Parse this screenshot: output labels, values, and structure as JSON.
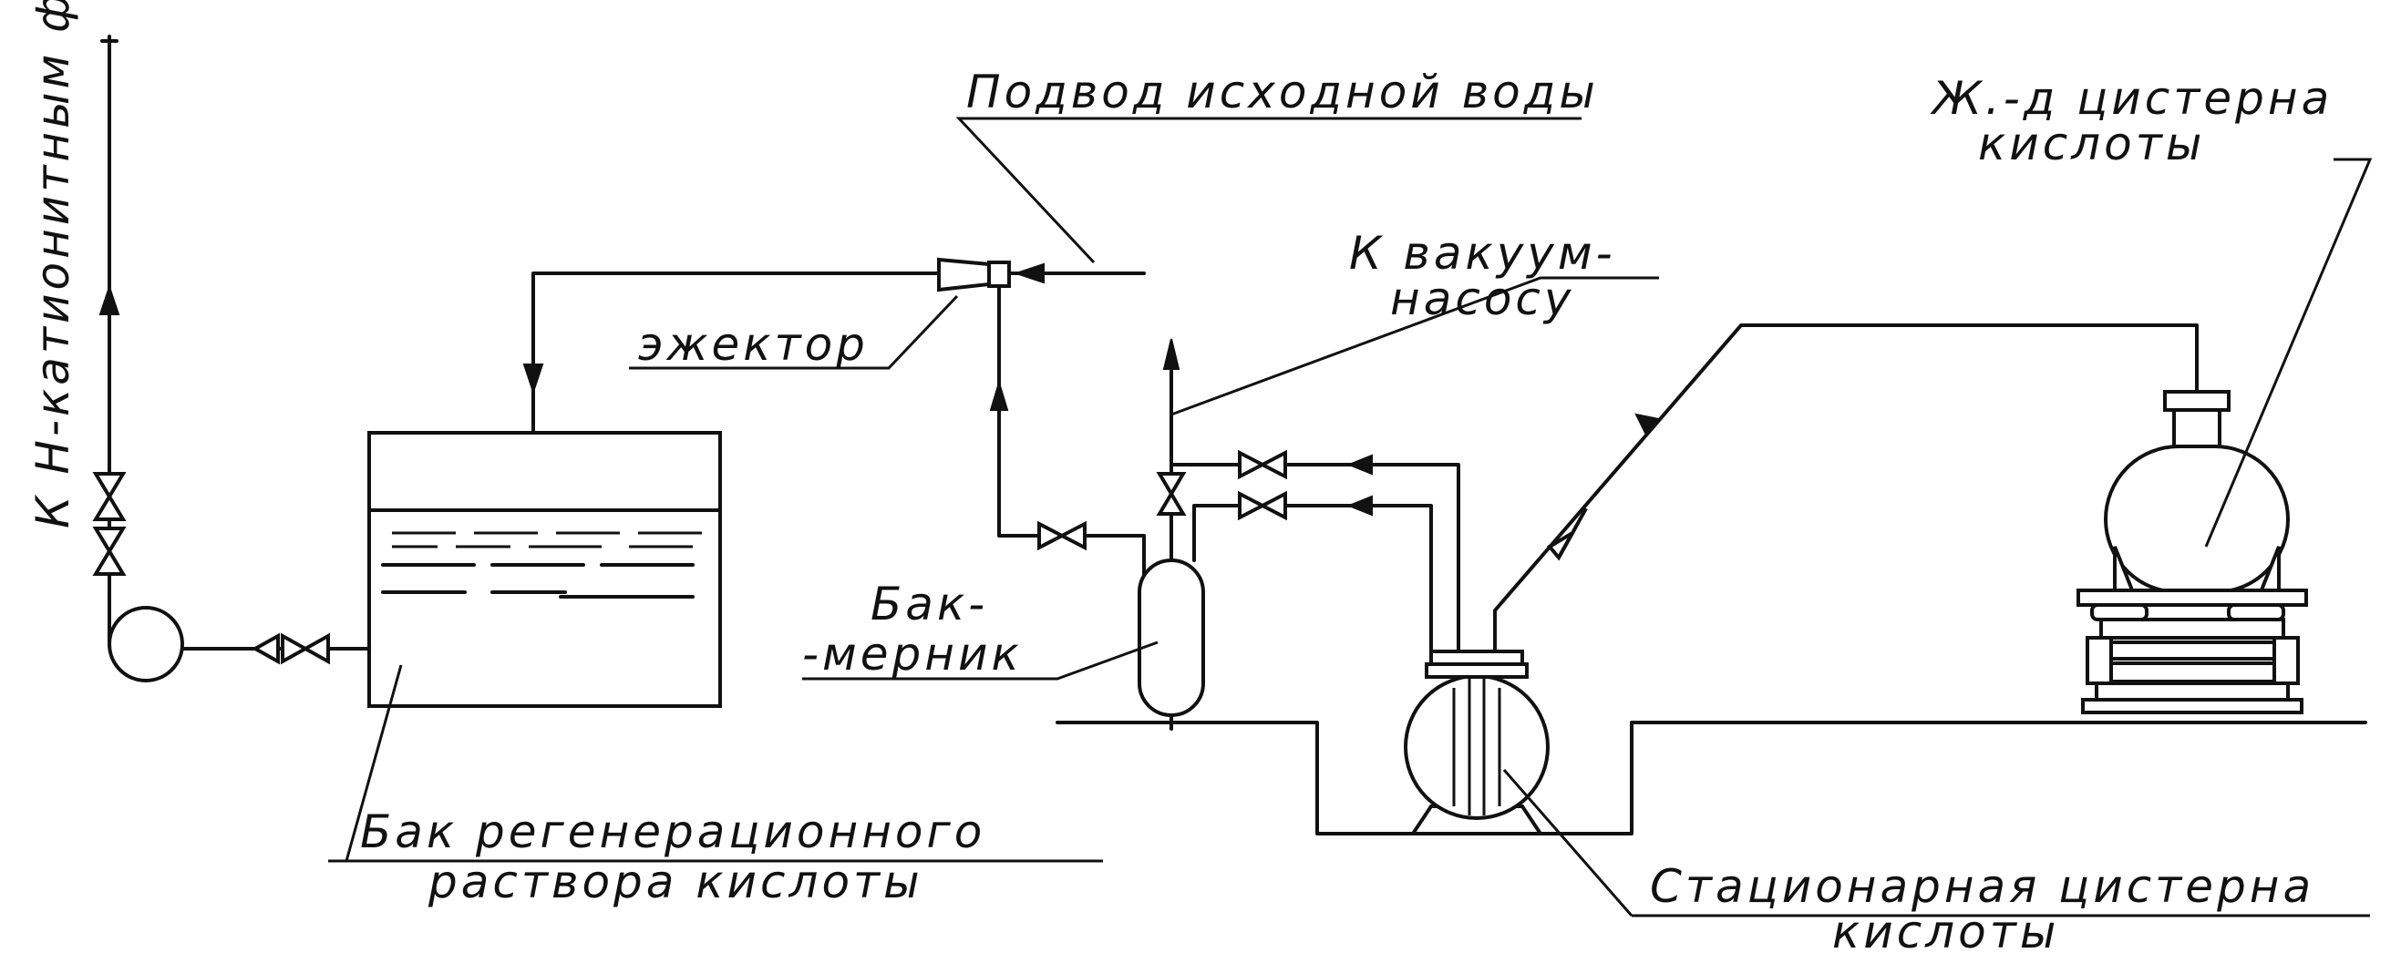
{
  "labels": {
    "filters": "К Н-катионитным фильтрам",
    "water_supply": "Подвод исходной воды",
    "ejector": "эжектор",
    "vacuum_1": "К вакуум-",
    "vacuum_2": "насосу",
    "rail_tank_1": "Ж.-д цистерна",
    "rail_tank_2": "кислоты",
    "measure_tank_1": "Бак-",
    "measure_tank_2": "-мерник",
    "regen_tank_1": "Бак регенерационного",
    "regen_tank_2": "раствора кислоты",
    "stationary_tank_1": "Стационарная цистерна",
    "stationary_tank_2": "кислоты"
  }
}
